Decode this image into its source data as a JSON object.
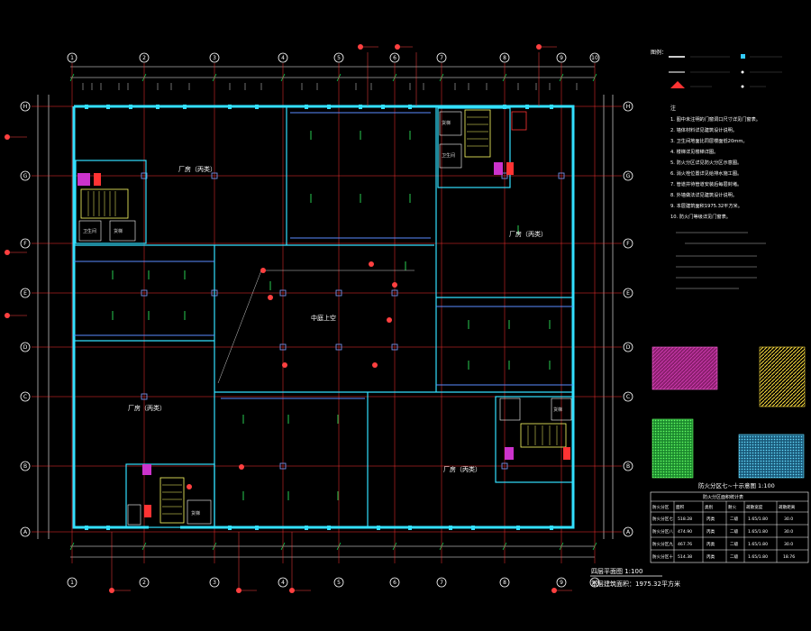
{
  "plan": {
    "top_axes": [
      "1",
      "2",
      "3",
      "4",
      "5",
      "6",
      "7",
      "8",
      "9",
      "10"
    ],
    "side_axes": [
      "A",
      "B",
      "C",
      "D",
      "E",
      "F",
      "G",
      "H"
    ],
    "rooms": {
      "factory_nw": "厂房（丙类）",
      "factory_ne": "厂房（丙类）",
      "factory_sw": "厂房（丙类）",
      "factory_se": "厂房（丙类）",
      "atrium": "中庭上空",
      "wc": "卫生间",
      "elev": "货梯"
    },
    "title": "四层平面图  1:100",
    "area": "本层建筑面积：1975.32平方米"
  },
  "legend": {
    "title": "图例：",
    "notes_title": "注",
    "notes": [
      "1. 图中未注明的门窗洞口尺寸详见门窗表。",
      "2. 墙体材料详见建筑设计说明。",
      "3. 卫生间地面比同层楼面低20mm。",
      "4. 楼梯详见楼梯详图。",
      "5. 防火分区详见防火分区示意图。",
      "6. 消火栓位置详见给排水施工图。",
      "7. 管道井待管道安装后每层封堵。",
      "8. 外墙做法详见建筑设计说明。",
      "9. 本层建筑面积1975.32平方米。",
      "10. 防火门等级详见门窗表。"
    ]
  },
  "fire_title": "防火分区七~十示意图  1:100",
  "table": {
    "title": "防火分区面积统计表",
    "headers": [
      "防火分区",
      "面积",
      "类别",
      "耐火",
      "疏散宽度",
      "疏散距离"
    ],
    "rows": [
      [
        "防火分区七",
        "518.28",
        "丙类",
        "二级",
        "1.65/1.80",
        "30.0"
      ],
      [
        "防火分区八",
        "474.90",
        "丙类",
        "二级",
        "1.65/1.80",
        "30.0"
      ],
      [
        "防火分区九",
        "467.76",
        "丙类",
        "二级",
        "1.65/1.80",
        "30.0"
      ],
      [
        "防火分区十",
        "514.38",
        "丙类",
        "二级",
        "1.65/1.80",
        "18.76"
      ]
    ]
  }
}
